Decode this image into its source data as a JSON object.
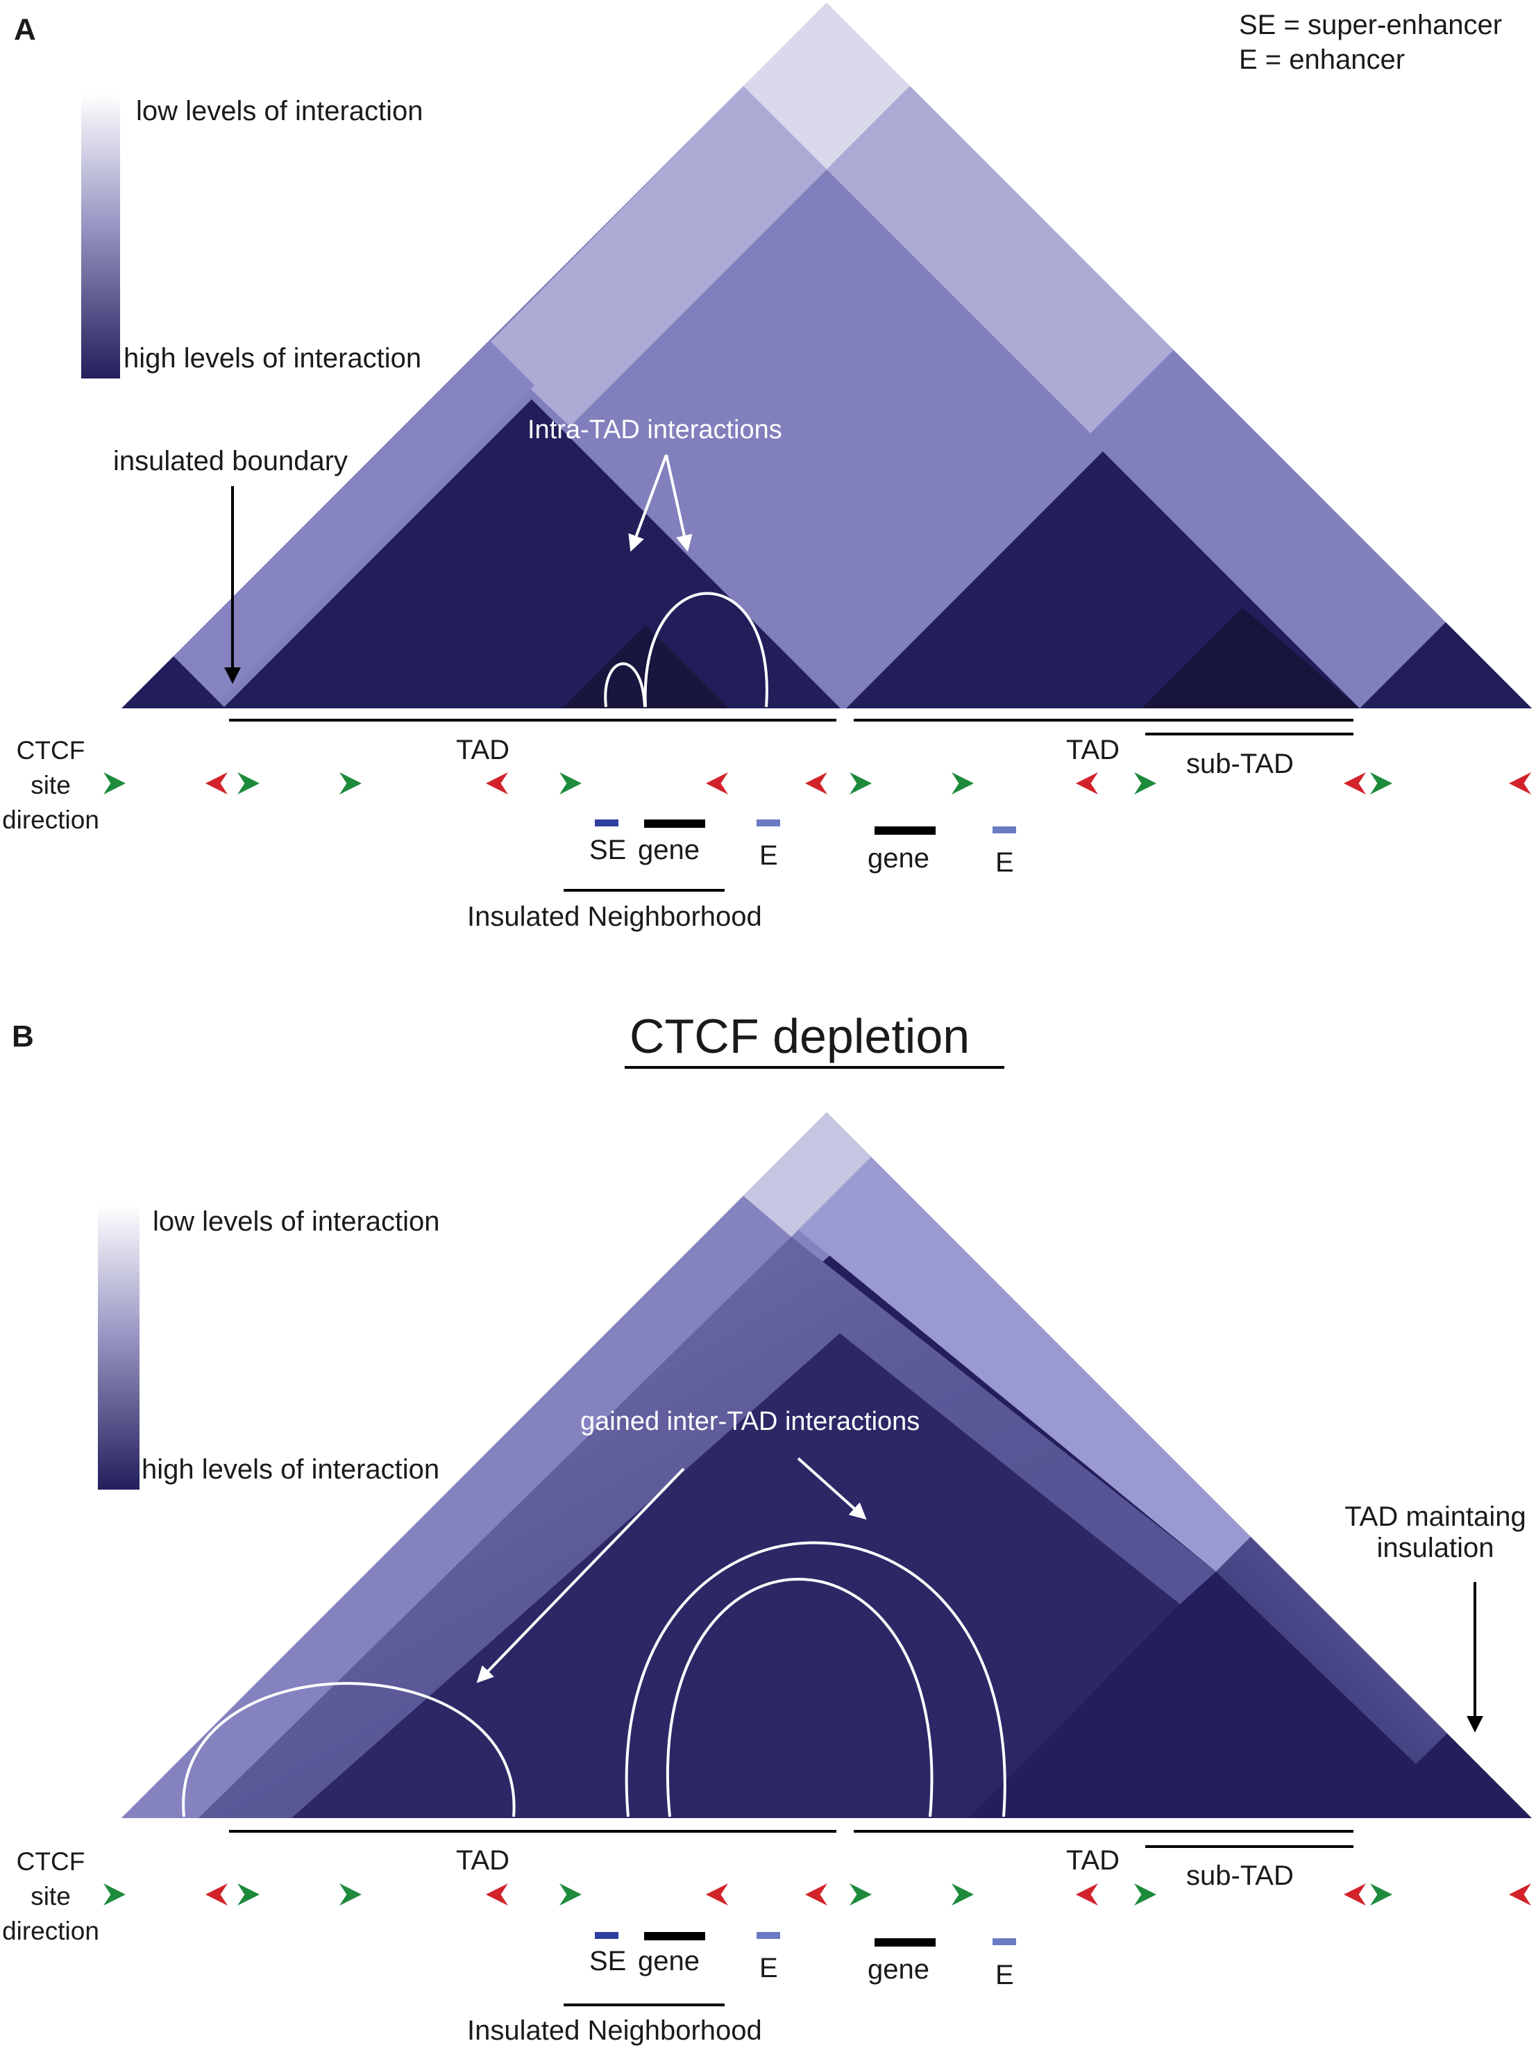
{
  "panel_a": {
    "letter": "A",
    "legend_low": "low levels of interaction",
    "legend_high": "high levels of interaction",
    "abbrev_se": "SE = super-enhancer",
    "abbrev_e": "E = enhancer",
    "insulated_boundary": "insulated boundary",
    "intra_tad": "Intra-TAD interactions",
    "tad_left": "TAD",
    "tad_right": "TAD",
    "sub_tad": "sub-TAD",
    "ctcf_line1": "CTCF",
    "ctcf_line2": "site",
    "ctcf_line3": "direction",
    "se": "SE",
    "gene1": "gene",
    "e1": "E",
    "gene2": "gene",
    "e2": "E",
    "insulated_neighborhood": "Insulated Neighborhood"
  },
  "panel_b": {
    "letter": "B",
    "title": "CTCF depletion",
    "legend_low": "low levels of interaction",
    "legend_high": "high levels of interaction",
    "gained": "gained inter-TAD interactions",
    "tad_maintaining_1": "TAD maintaing",
    "tad_maintaining_2": "insulation",
    "tad_left": "TAD",
    "tad_right": "TAD",
    "sub_tad": "sub-TAD",
    "ctcf_line1": "CTCF",
    "ctcf_line2": "site",
    "ctcf_line3": "direction",
    "se": "SE",
    "gene1": "gene",
    "e1": "E",
    "gene2": "gene",
    "e2": "E",
    "insulated_neighborhood": "Insulated Neighborhood"
  },
  "colors": {
    "dark_navy": "#231f5c",
    "mid_purple": "#8180bd",
    "light_purple": "#aeaed6",
    "pale_lavender": "#dcdcec",
    "ctcf_forward": "#1e8a3c",
    "ctcf_reverse": "#d2232a",
    "se_mark": "#2e3f9e",
    "e_mark": "#6a7bc4"
  },
  "ctcf_orientation_sequence": [
    "forward",
    "reverse",
    "forward",
    "forward",
    "reverse",
    "forward",
    "reverse",
    "reverse",
    "forward",
    "forward",
    "reverse",
    "forward",
    "reverse",
    "forward",
    "reverse"
  ]
}
